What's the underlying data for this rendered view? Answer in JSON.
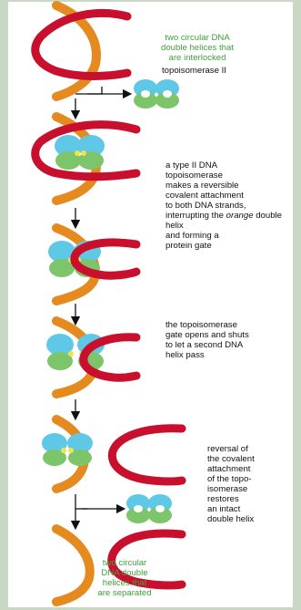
{
  "labels": {
    "interlocked": "two circular DNA\ndouble helices that\nare interlocked",
    "enzyme": "topoisomerase II",
    "step1_a": "a type II DNA\ntopoisomerase\nmakes a reversible\ncovalent attachment\nto both DNA strands,\ninterrupting the",
    "step1_orange": "orange",
    "step1_b": " double helix\nand forming a\nprotein gate",
    "step2": "the topoisomerase\ngate opens and shuts\nto let a second DNA\nhelix pass",
    "step3": "reversal of\nthe covalent\nattachment\nof the topo-\nisomerase\nrestores\nan intact\ndouble helix",
    "separated": "two circular\nDNA double\nhelices that\nare separated"
  },
  "colors": {
    "orange_helix": "#e58a1f",
    "red_helix": "#c8102e",
    "enzyme_blue": "#5ec8e6",
    "enzyme_green": "#7cc56a",
    "label_green": "#3fa23a",
    "background": "#c9d8c4"
  }
}
